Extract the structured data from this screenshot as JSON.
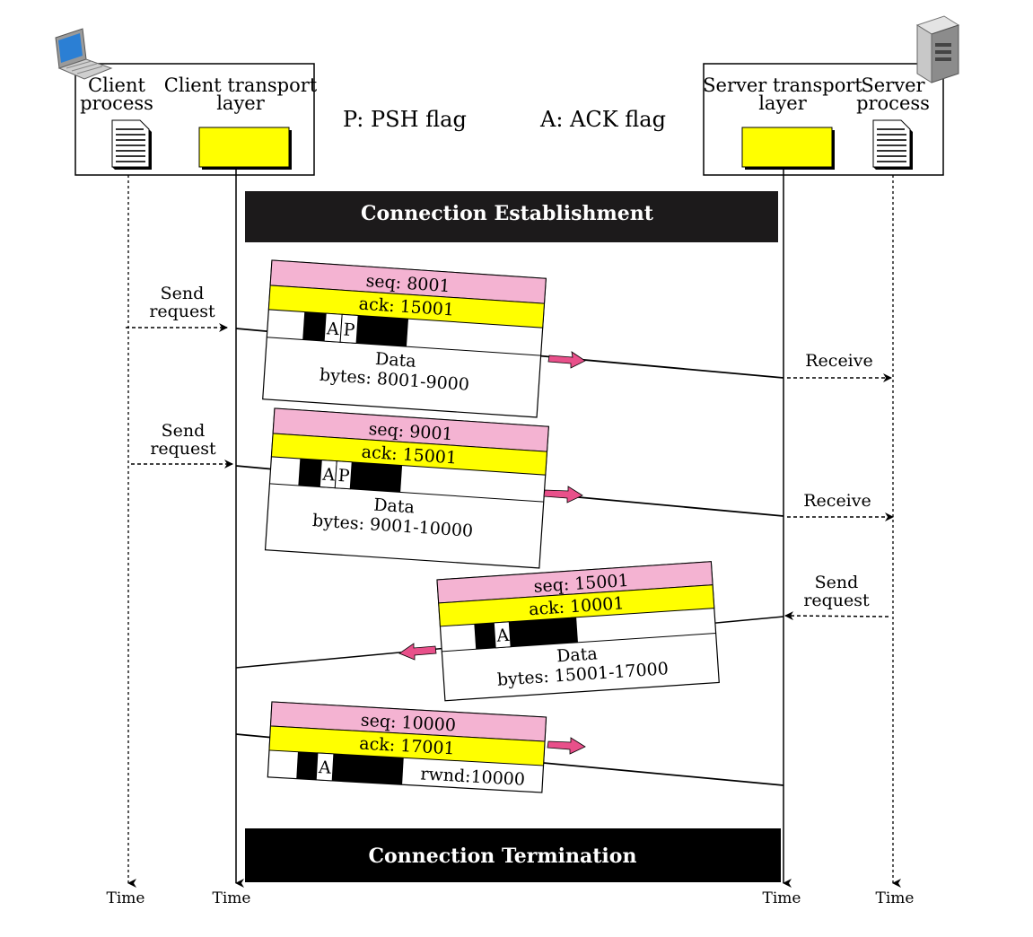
{
  "client": {
    "process_label": [
      "Client",
      "process"
    ],
    "transport_label": [
      "Client transport",
      "layer"
    ]
  },
  "server": {
    "transport_label": [
      "Server transport",
      "layer"
    ],
    "process_label": [
      "Server",
      "process"
    ]
  },
  "legend": {
    "psh": "P: PSH flag",
    "ack": "A: ACK flag"
  },
  "bars": {
    "establishment": "Connection Establishment",
    "termination": "Connection Termination"
  },
  "time_label": "Time",
  "events": {
    "send1": [
      "Send",
      "request"
    ],
    "receive1": "Receive",
    "send2": [
      "Send",
      "request"
    ],
    "receive2": "Receive",
    "send3": [
      "Send",
      "request"
    ]
  },
  "segments": [
    {
      "seq": "seq: 8001",
      "ack": "ack: 15001",
      "flags": [
        "A",
        "P"
      ],
      "data": "Data",
      "bytes": "bytes: 8001-9000"
    },
    {
      "seq": "seq: 9001",
      "ack": "ack: 15001",
      "flags": [
        "A",
        "P"
      ],
      "data": "Data",
      "bytes": "bytes: 9001-10000"
    },
    {
      "seq": "seq: 15001",
      "ack": "ack: 10001",
      "flags": [
        "A"
      ],
      "data": "Data",
      "bytes": "bytes: 15001-17000"
    },
    {
      "seq": "seq: 10000",
      "ack": "ack: 17001",
      "flags": [
        "A"
      ],
      "rwnd": "rwnd:10000"
    }
  ],
  "colors": {
    "seq_fill": "#f4b3d2",
    "ack_fill": "#ffff00",
    "layer_box": "#ffff00",
    "arrow": "#e8508a",
    "bar": "#1c1a1b"
  }
}
